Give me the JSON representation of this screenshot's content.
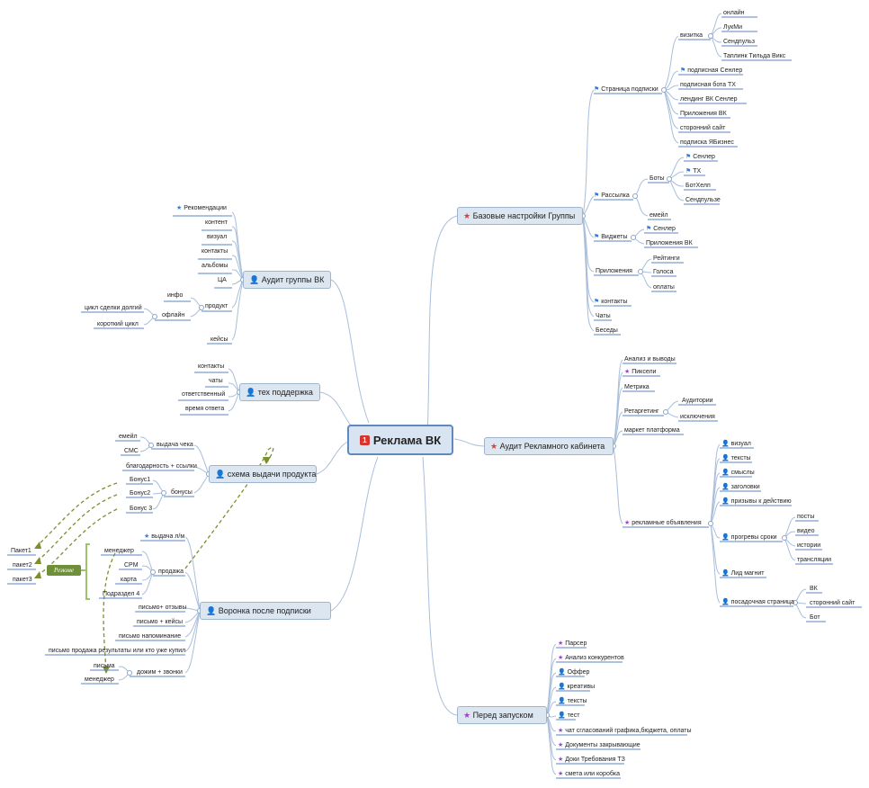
{
  "central": {
    "badge": "1",
    "title": "Реклама ВК"
  },
  "topics": {
    "base_settings": "Базовые настройки Группы",
    "ad_audit": "Аудит  Рекламного кабинета",
    "pre_launch": "Перед запуском",
    "group_audit": "Аудит группы ВК",
    "tech_support": "тех поддержка",
    "product_scheme": "схема выдачи продукта",
    "funnel": "Воронка после подписки"
  },
  "base": {
    "subscribe_page": "Страница подписки",
    "vizitka": "визитка",
    "vizitka_items": [
      "онлайн",
      "ЛукМи",
      "Сендпульз",
      "Таплинк  Тильда  Викс"
    ],
    "sub_items": [
      "подписная Сенлер",
      "подписная бота ТХ",
      "лендинг ВК Сенлер",
      "Приложения ВК",
      "сторонний сайт",
      "подписка ЯБизнес"
    ],
    "mailing": "Рассылка",
    "bots": "Боты",
    "bot_items": [
      "Сенлер",
      "ТХ",
      "БотХелп",
      "Сендпульзе"
    ],
    "email": "емейл",
    "widgets": "Виджеты",
    "widget_items": [
      "Сенлер",
      "Приложения ВК"
    ],
    "apps": "Приложения",
    "app_items": [
      "Рейтинги",
      "Голоса",
      "оплаты"
    ],
    "contacts": "контакты",
    "chats": "Чаты",
    "talks": "Беседы"
  },
  "ad": {
    "analysis": "Анализ и выводы",
    "pixels": "Пиксели",
    "metrics": "Метрика",
    "retarget": "Ретаргетинг",
    "retarget_items": [
      "Аудитории",
      "исключения"
    ],
    "market": "маркет платформа",
    "ads": "рекламные объявления",
    "ads_items": [
      "визуал",
      "тексты",
      "смыслы",
      "заголовки",
      "призывы к действию",
      "прогревы  сроки",
      "Лид магнит",
      "посадочная страница"
    ],
    "warm_items": [
      "посты",
      "видео",
      "истории",
      "трансляции"
    ],
    "landing_items": [
      "ВК",
      "сторонний сайт",
      "Бот"
    ]
  },
  "pre": {
    "items": [
      "Парсер",
      "Анализ конкурентов",
      "Оффер",
      "креативы",
      "тексты",
      "тест",
      "чат сгласований графика,бюджета, оплаты",
      "Документы закрывающие",
      "Доки Требования ТЗ",
      "смета или коробка"
    ]
  },
  "group": {
    "items": [
      "Рекомендации",
      "контент",
      "визуал",
      "контакты",
      "альбомы",
      "ЦА",
      "продукт",
      "кейсы"
    ],
    "info": "инфо",
    "offline": "офлайн",
    "offline_items": [
      "цикл сделки долгий",
      "короткий цикл"
    ]
  },
  "tech": {
    "items": [
      "контакты",
      "чаты",
      "ответственный",
      "время ответа"
    ]
  },
  "scheme": {
    "receipt": "выдача чека",
    "receipt_items": [
      "емейл",
      "СМС"
    ],
    "thanks": "благодарность + ссылки",
    "bonuses": "бонусы",
    "bonus_items": [
      "Бонус1",
      "Бонус2",
      "Бонус 3"
    ]
  },
  "funnel": {
    "lm": "выдача л/м",
    "sales": "продажа",
    "sales_items": [
      "менеджер",
      "CPM",
      "карта",
      "Подраздел 4"
    ],
    "summary": "Резюме",
    "packages": [
      "Пакет1",
      "пакет2",
      "пакет3"
    ],
    "letters": [
      "письмо+ отзывы",
      "письмо + кейсы",
      "письмо напоминание",
      "письмо продажа результаты или кто уже купил"
    ],
    "follow": "дожим + звонки",
    "follow_items": [
      "письма",
      "менеджер"
    ]
  },
  "colors": {
    "line": "#a9bedb",
    "underline": "#5b86c5",
    "dashed": "#7a8f2e",
    "topic_fill": "#dce6f1"
  }
}
